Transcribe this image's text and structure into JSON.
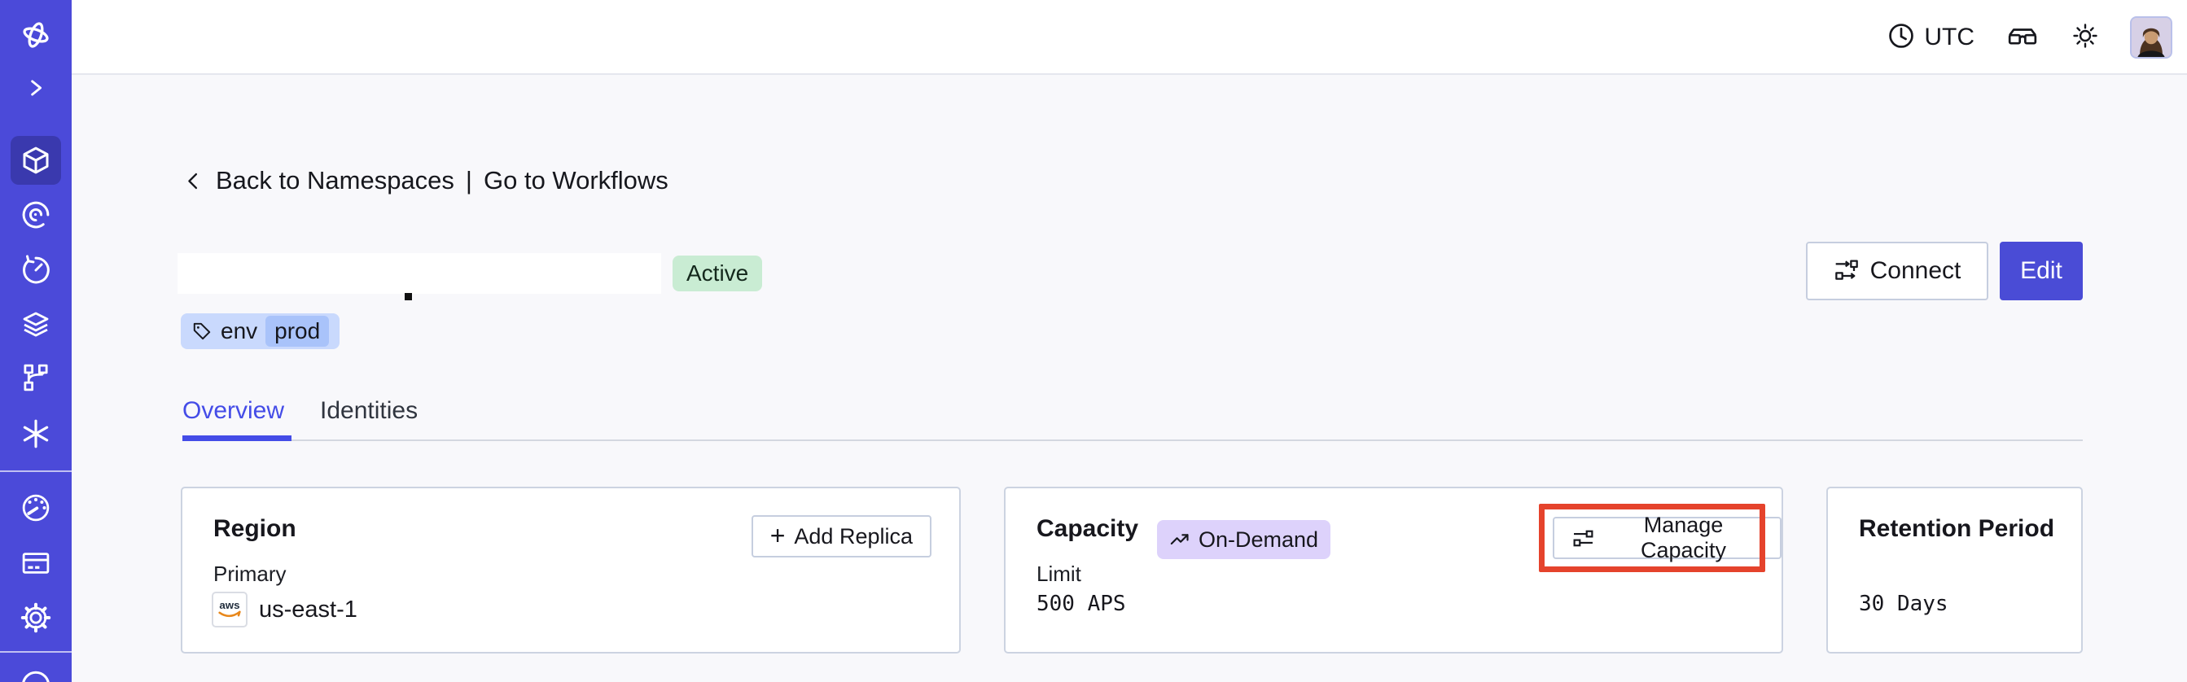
{
  "topbar": {
    "timezone_label": "UTC",
    "icons": {
      "timezone": "clock-icon",
      "labs": "glasses-icon",
      "theme": "sun-icon",
      "avatar": "user-avatar"
    }
  },
  "sidebar": {
    "color": "#4b4ad9",
    "selected_color": "#3a39ae",
    "items": [
      {
        "id": "logo",
        "icon": "temporal-logo"
      },
      {
        "id": "expand",
        "icon": "chevron-right-icon"
      },
      {
        "id": "namespaces",
        "icon": "cube-icon",
        "selected": true
      },
      {
        "id": "workflows",
        "icon": "spiral-icon"
      },
      {
        "id": "schedules",
        "icon": "timer-icon"
      },
      {
        "id": "batch-operations",
        "icon": "layers-icon"
      },
      {
        "id": "deployments",
        "icon": "branch-icon"
      },
      {
        "id": "nexus",
        "icon": "asterisk-icon"
      },
      {
        "id": "usage",
        "icon": "speedometer-icon"
      },
      {
        "id": "billing",
        "icon": "credit-card-icon"
      },
      {
        "id": "settings",
        "icon": "gear-icon"
      },
      {
        "id": "account",
        "icon": "partial-circle-icon"
      }
    ]
  },
  "breadcrumb": {
    "back": "Back to Namespaces",
    "separator": "|",
    "forward": "Go to Workflows"
  },
  "namespace": {
    "title_redacted": true,
    "status_badge": "Active",
    "tag_key": "env",
    "tag_value": "prod"
  },
  "header_actions": {
    "connect": "Connect",
    "edit": "Edit"
  },
  "tabs": [
    {
      "label": "Overview",
      "active": true
    },
    {
      "label": "Identities",
      "active": false
    }
  ],
  "cards": {
    "region": {
      "title": "Region",
      "plus": "+",
      "button": "Add Replica",
      "label": "Primary",
      "provider": "aws",
      "value": "us-east-1"
    },
    "capacity": {
      "title": "Capacity",
      "badge": "On-Demand",
      "button": "Manage Capacity",
      "label": "Limit",
      "value": "500 APS",
      "highlighted": true
    },
    "retention": {
      "title": "Retention Period",
      "value": "30 Days"
    }
  },
  "colors": {
    "accent": "#444ce7",
    "sidebar": "#4b4ad9",
    "edit_button": "#4a4cd6",
    "active_badge_bg": "#c9ecd3",
    "tag_bg": "#c9d9fd",
    "tag_chip_bg": "#a9c3fa",
    "ondemand_bg": "#ddd2fb",
    "annotation": "#e5432c",
    "aws_orange": "#e8871a",
    "page_bg": "#f8f8fb"
  }
}
